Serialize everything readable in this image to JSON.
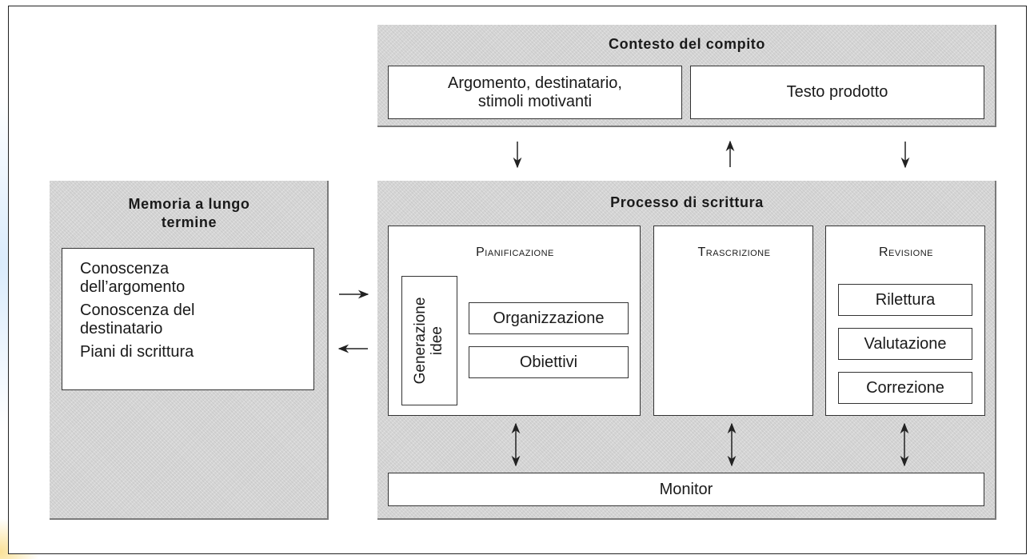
{
  "nodes": {
    "task_context": {
      "title": "Contesto del compito",
      "topic_box": "Argomento, destinatario, stimoli motivanti",
      "topic_line1": "Argomento, destinatario,",
      "topic_line2": "stimoli motivanti",
      "product_box": "Testo prodotto"
    },
    "long_term_memory": {
      "title_line1": "Memoria a lungo",
      "title_line2": "termine",
      "items": [
        "Conoscenza dell’argomento",
        "Conoscenza del destinatario",
        "Piani di scrittura"
      ],
      "item1_line1": "Conoscenza",
      "item1_line2": "dell’argomento",
      "item2_line1": "Conoscenza del",
      "item2_line2": "destinatario",
      "item3": "Piani di scrittura"
    },
    "writing_process": {
      "title": "Processo di scrittura",
      "planning": {
        "title": "Pianificazione",
        "generation": "Generazione idee",
        "generation_line1": "Generazione",
        "generation_line2": "idee",
        "organization": "Organizzazione",
        "goals": "Obiettivi"
      },
      "transcription": {
        "title": "Trascrizione"
      },
      "revision": {
        "title": "Revisione",
        "steps": [
          "Rilettura",
          "Valutazione",
          "Correzione"
        ]
      },
      "monitor": "Monitor"
    }
  },
  "edges": [
    {
      "from": "task_context.topic_box",
      "to": "writing_process",
      "kind": "one-way"
    },
    {
      "from": "writing_process",
      "to": "task_context.product_box",
      "kind": "one-way"
    },
    {
      "from": "task_context",
      "to": "writing_process",
      "kind": "one-way"
    },
    {
      "from": "long_term_memory",
      "to": "writing_process",
      "kind": "one-way"
    },
    {
      "from": "writing_process",
      "to": "long_term_memory",
      "kind": "one-way"
    },
    {
      "from": "writing_process.planning",
      "to": "writing_process.monitor",
      "kind": "two-way"
    },
    {
      "from": "writing_process.transcription",
      "to": "writing_process.monitor",
      "kind": "two-way"
    },
    {
      "from": "writing_process.revision",
      "to": "writing_process.monitor",
      "kind": "two-way"
    }
  ],
  "colors": {
    "panel": "#d6d6d6",
    "box": "#ffffff",
    "ink": "#1a1a1a",
    "page_glow": "#cde4fa"
  }
}
